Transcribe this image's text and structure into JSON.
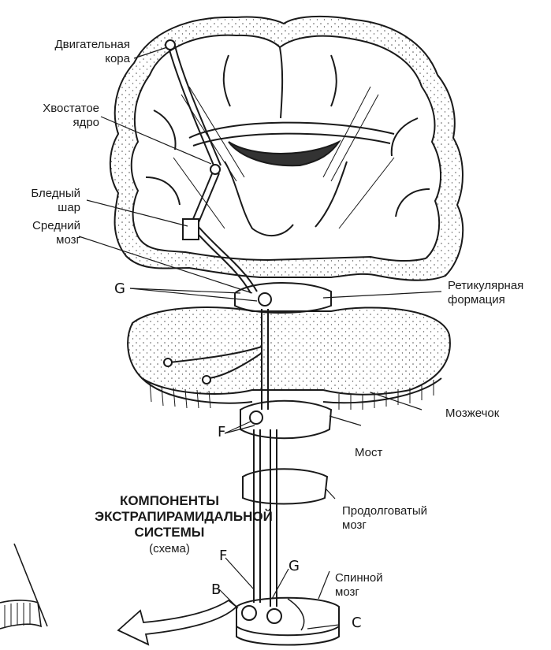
{
  "labels": {
    "motor_cortex": [
      "Двигательная",
      "кора"
    ],
    "caudate_nucleus": [
      "Хвостатое",
      "ядро"
    ],
    "globus_pallidus": [
      "Бледный",
      "шар"
    ],
    "midbrain": [
      "Средний",
      "мозг"
    ],
    "reticular_formation": [
      "Ретикулярная",
      "формация"
    ],
    "cerebellum": "Мозжечок",
    "pons": "Мост",
    "medulla": [
      "Продолговатый",
      "мозг"
    ],
    "spinal_cord": [
      "Спинной",
      "мозг"
    ]
  },
  "letters": {
    "g_upper": "G",
    "f_upper": "F",
    "f_lower": "F",
    "g_lower": "G",
    "b": "B",
    "c": "C"
  },
  "title": {
    "line1": "КОМПОНЕНТЫ",
    "line2": "ЭКСТРАПИРАМИДАЛЬНОЙ",
    "line3": "СИСТЕМЫ",
    "subtitle": "(схема)"
  },
  "colors": {
    "ink": "#1a1a1a",
    "background": "#ffffff",
    "dots": "#555555"
  }
}
